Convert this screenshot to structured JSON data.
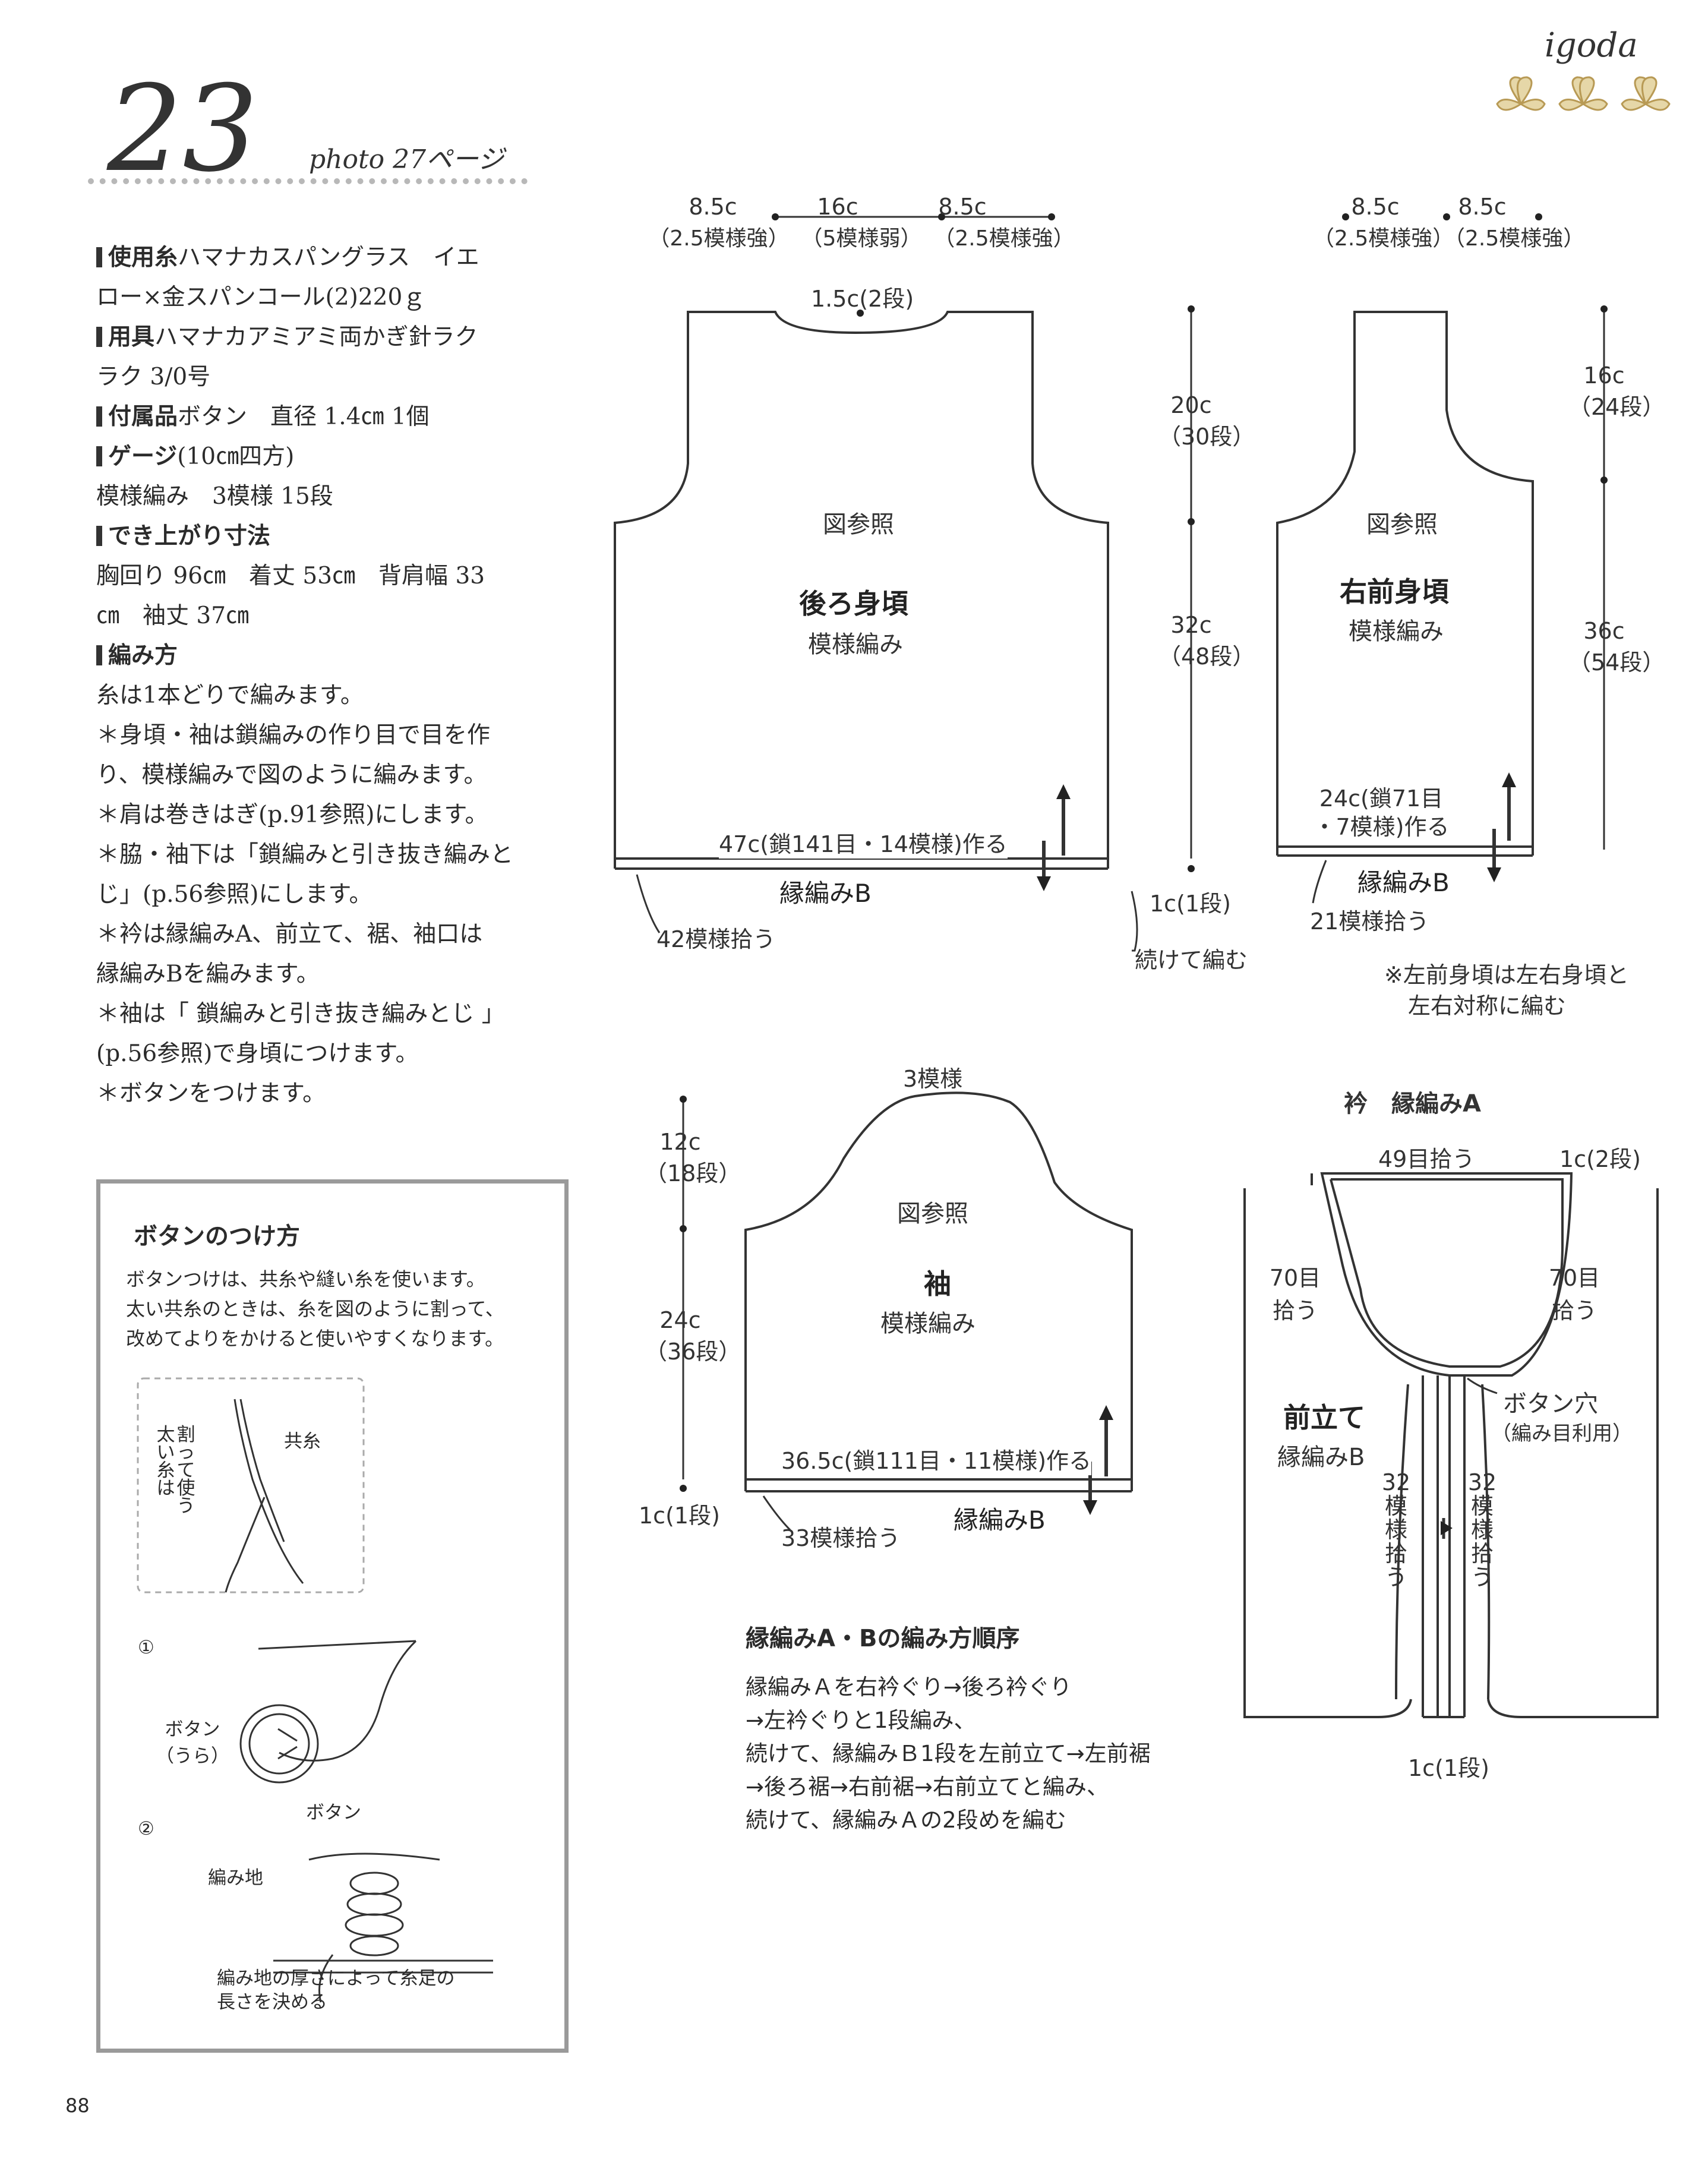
{
  "header": {
    "pattern_number": "23",
    "photo_ref": "photo 27ページ",
    "brand": "igoda"
  },
  "materials": [
    {
      "label": "使用糸",
      "text": "ハマナカスパングラス　イエ"
    },
    {
      "label": "",
      "text": "ロー×金スパンコール(2)220ｇ"
    },
    {
      "label": "用具",
      "text": "ハマナカアミアミ両かぎ針ラク"
    },
    {
      "label": "",
      "text": "ラク 3/0号"
    },
    {
      "label": "付属品",
      "text": "ボタン　直径 1.4㎝ 1個"
    },
    {
      "label": "ゲージ",
      "text": "(10㎝四方)"
    },
    {
      "label": "",
      "text": "模様編み　3模様 15段"
    },
    {
      "label": "でき上がり寸法",
      "text": ""
    },
    {
      "label": "",
      "text": "胸回り 96㎝　着丈 53㎝　背肩幅 33"
    },
    {
      "label": "",
      "text": "㎝　袖丈 37㎝"
    },
    {
      "label": "編み方",
      "text": ""
    },
    {
      "label": "",
      "text": "糸は1本どりで編みます。"
    },
    {
      "label": "",
      "text": "＊身頃・袖は鎖編みの作り目で目を作"
    },
    {
      "label": "",
      "text": "り、模様編みで図のように編みます。"
    },
    {
      "label": "",
      "text": "＊肩は巻きはぎ(p.91参照)にします。"
    },
    {
      "label": "",
      "text": "＊脇・袖下は「鎖編みと引き抜き編みと"
    },
    {
      "label": "",
      "text": "じ」(p.56参照)にします。"
    },
    {
      "label": "",
      "text": "＊衿は縁編みA、前立て、裾、袖口は"
    },
    {
      "label": "",
      "text": "縁編みBを編みます。"
    },
    {
      "label": "",
      "text": "＊袖は「 鎖編みと引き抜き編みとじ 」"
    },
    {
      "label": "",
      "text": "(p.56参照)で身頃につけます。"
    },
    {
      "label": "",
      "text": "＊ボタンをつけます。"
    }
  ],
  "button_box": {
    "title": "ボタンのつけ方",
    "text": [
      "ボタンつけは、共糸や縫い糸を使います。",
      "太い共糸のときは、糸を図のように割って、",
      "改めてよりをかけると使いやすくなります。"
    ],
    "yarn_label": "共糸",
    "yarn_note": [
      "太",
      "い",
      "糸",
      "は",
      "割",
      "っ",
      "て",
      "使",
      "う"
    ],
    "step1": "①",
    "step2": "②",
    "button_back": "ボタン",
    "button_back_sub": "（うら）",
    "button_label": "ボタン",
    "fabric_label": "編み地",
    "shank_note": [
      "編み地の厚さによって糸足の",
      "長さを決める"
    ]
  },
  "back": {
    "top_dims": [
      "8.5c",
      "16c",
      "8.5c"
    ],
    "top_sub": [
      "（2.5模様強）",
      "（5模様弱）",
      "（2.5模様強）"
    ],
    "neck_depth": "1.5c(2段)",
    "see_fig": "図参照",
    "title": "後ろ身頃",
    "pattern": "模様編み",
    "cast_on": "47c(鎖141目・14模様)作る",
    "edging": "縁編みB",
    "pickup": "42模様拾う",
    "h1": "20c",
    "h1_sub": "（30段）",
    "h2": "32c",
    "h2_sub": "（48段）",
    "h3": "1c(1段)",
    "continue": "続けて編む"
  },
  "front": {
    "top_dims": [
      "8.5c",
      "8.5c"
    ],
    "top_sub": [
      "（2.5模様強）",
      "（2.5模様強）"
    ],
    "see_fig": "図参照",
    "title": "右前身頃",
    "pattern": "模様編み",
    "cast_on_1": "24c(鎖71目",
    "cast_on_2": "・7模様)作る",
    "edging": "縁編みB",
    "pickup": "21模様拾う",
    "h1": "16c",
    "h1_sub": "（24段）",
    "h2": "36c",
    "h2_sub": "（54段）",
    "note": [
      "※左前身頃は左右身頃と",
      "左右対称に編む"
    ]
  },
  "sleeve": {
    "top": "3模様",
    "see_fig": "図参照",
    "title": "袖",
    "pattern": "模様編み",
    "cast_on": "36.5c(鎖111目・11模様)作る",
    "edging": "縁編みB",
    "pickup": "33模様拾う",
    "h1": "12c",
    "h1_sub": "（18段）",
    "h2": "24c",
    "h2_sub": "（36段）",
    "h3": "1c(1段)"
  },
  "collar": {
    "title": "衿　縁編みA",
    "top_pickup": "49目拾う",
    "corner": "1c(2段)",
    "side_pickup": [
      "70目",
      "拾う"
    ],
    "buttonhole": "ボタン穴",
    "buttonhole_sub": "（編み目利用）",
    "band_title": "前立て",
    "band_edging": "縁編みB",
    "band_pickup": [
      "32",
      "模",
      "様",
      "拾",
      "う"
    ],
    "bottom": "1c(1段)"
  },
  "edging_order": {
    "title": "縁編みA・Bの編み方順序",
    "lines": [
      "縁編みＡを右衿ぐり→後ろ衿ぐり",
      "→左衿ぐりと1段編み、",
      "続けて、縁編みＢ1段を左前立て→左前裾",
      "→後ろ裾→右前裾→右前立てと編み、",
      "続けて、縁編みＡの2段めを編む"
    ]
  },
  "page_number": "88"
}
